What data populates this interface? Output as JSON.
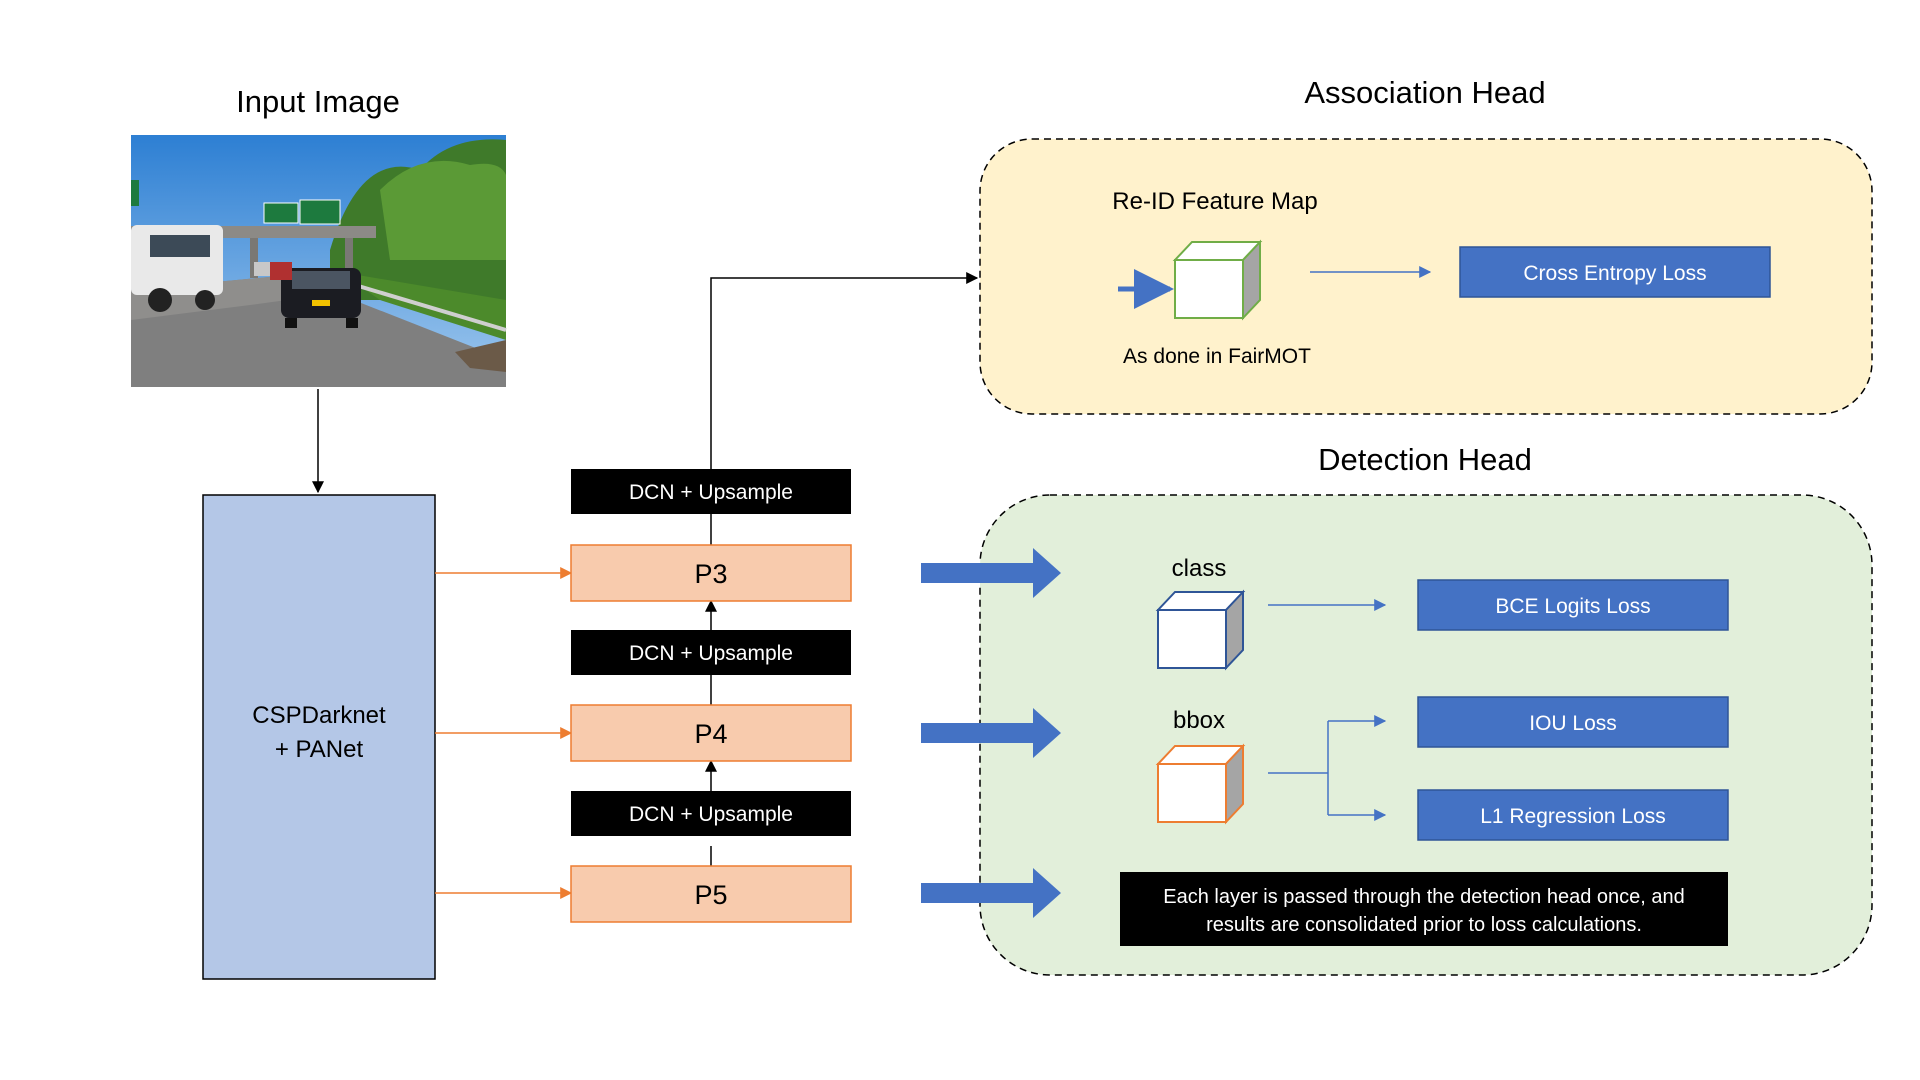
{
  "colors": {
    "backbone_fill": "#b4c7e7",
    "level_fill": "#f8cbad",
    "level_stroke": "#ed7d31",
    "feed_line": "#ed7d31",
    "block_arrow": "#4472c4",
    "loss_fill": "#4472c4",
    "loss_stroke": "#2f5597",
    "association_bg": "#fff2cc",
    "detection_bg": "#e2efda",
    "dcn_fill": "#000000",
    "cube_green": "#70ad47",
    "cube_blue": "#2f5597",
    "cube_orange": "#ed7d31"
  },
  "input": {
    "title": "Input Image",
    "photo_description": "road-scene-with-cars-and-highway-signs"
  },
  "backbone": {
    "line1": "CSPDarknet",
    "line2": "+ PANet"
  },
  "dcn_blocks": {
    "top": "DCN + Upsample",
    "mid": "DCN + Upsample",
    "bottom": "DCN + Upsample"
  },
  "levels": {
    "p3": "P3",
    "p4": "P4",
    "p5": "P5"
  },
  "association_head": {
    "title": "Association Head",
    "feature_map_label": "Re-ID Feature Map",
    "note": "As done in FairMOT",
    "loss": "Cross Entropy Loss"
  },
  "detection_head": {
    "title": "Detection Head",
    "class_label": "class",
    "bbox_label": "bbox",
    "bce_loss": "BCE Logits Loss",
    "iou_loss": "IOU Loss",
    "l1_loss": "L1 Regression Loss",
    "note_line1": "Each layer is passed through the detection head once, and",
    "note_line2": "results are consolidated prior to loss calculations."
  }
}
